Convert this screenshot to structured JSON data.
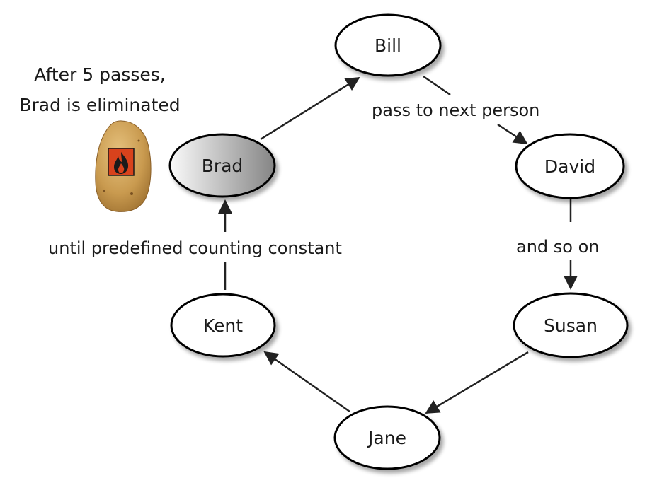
{
  "nodes": {
    "bill": {
      "label": "Bill"
    },
    "david": {
      "label": "David"
    },
    "susan": {
      "label": "Susan"
    },
    "jane": {
      "label": "Jane"
    },
    "kent": {
      "label": "Kent"
    },
    "brad": {
      "label": "Brad",
      "eliminated": true
    }
  },
  "edge_labels": {
    "bill_to_david": "pass to next person",
    "david_to_susan": "and so on",
    "kent_to_brad": "until predefined counting constant"
  },
  "caption": {
    "line1": "After 5 passes,",
    "line2": "Brad is eliminated"
  },
  "icons": {
    "potato": "potato-icon",
    "flame": "flame-icon"
  },
  "colors": {
    "node_fill": "#ffffff",
    "node_stroke": "#000000",
    "eliminated_fill_light": "#f2f2f2",
    "eliminated_fill_dark": "#8a8a8a",
    "edge": "#222222",
    "potato_skin": "#c89a52",
    "flame_box": "#d8421c"
  }
}
